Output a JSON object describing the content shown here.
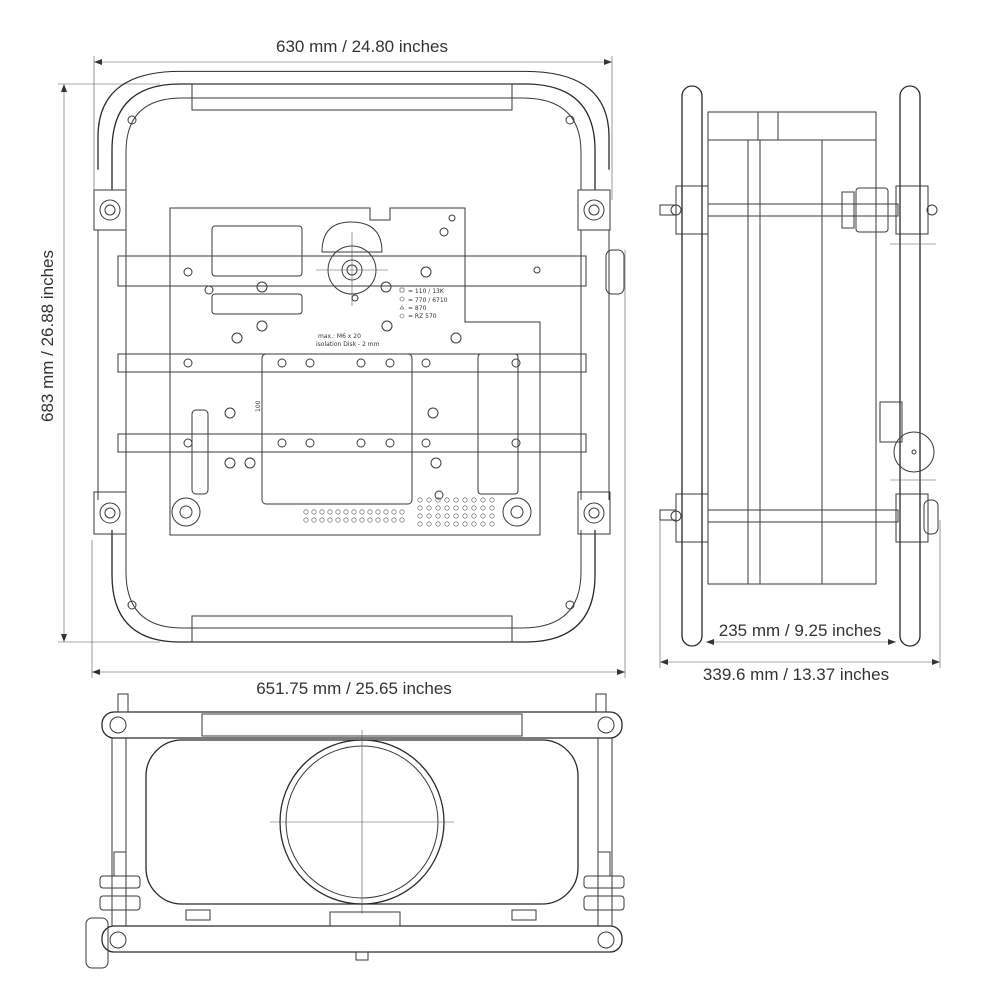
{
  "dimensions": {
    "top_width": "630 mm / 24.80 inches",
    "left_height": "683 mm / 26.88 inches",
    "bottom_width": "651.75 mm / 25.65 inches",
    "side_inner": "235 mm / 9.25 inches",
    "side_outer": "339.6 mm / 13.37 inches"
  },
  "plate_annotations": {
    "legend_square": "= 110 / 13K",
    "legend_circle": "= 770 / 6710",
    "legend_triangle": "= 870",
    "legend_circle2": "= RZ 570",
    "max_thread": "max.: M6 x 20",
    "isolation": "isolation Disk - 2 mm",
    "spacing_100": "100"
  },
  "colors": {
    "line": "#3a3a3a",
    "text": "#333333",
    "background": "#ffffff"
  }
}
